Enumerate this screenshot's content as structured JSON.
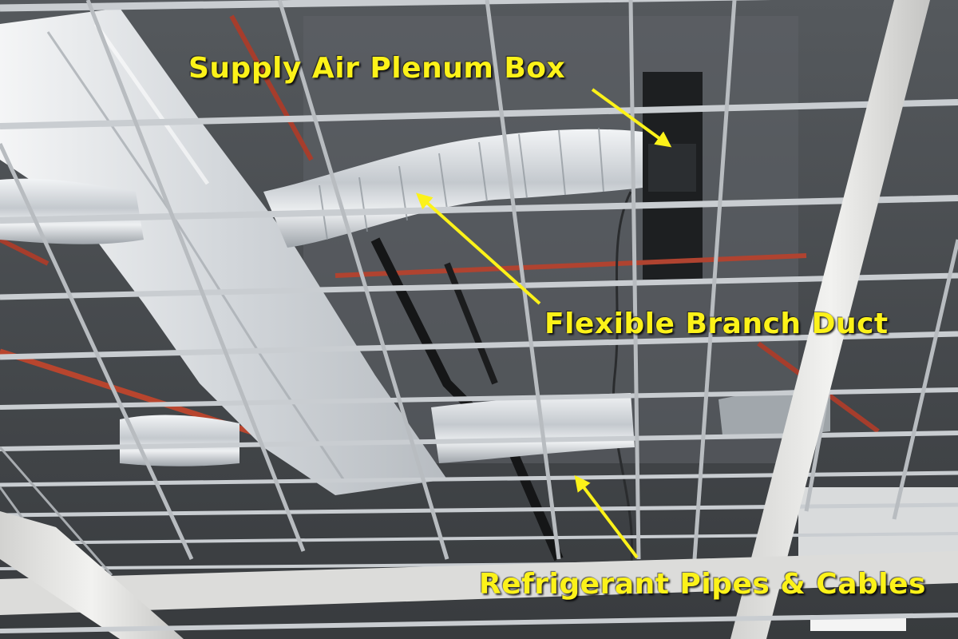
{
  "annotations": {
    "supply_air_plenum_box": "Supply Air Plenum Box",
    "flexible_branch_duct": "Flexible Branch Duct",
    "refrigerant_pipes_cables": "Refrigerant Pipes & Cables"
  },
  "colors": {
    "label_text": "#fcf219",
    "arrow": "#fcf219",
    "ceiling_slab": "#4c5054",
    "grid_runner": "#c9cdd1",
    "duct_foil": "#e4e7ea",
    "sprinkler_pipe": "#b8452e",
    "beam": "#e8e8e6"
  }
}
